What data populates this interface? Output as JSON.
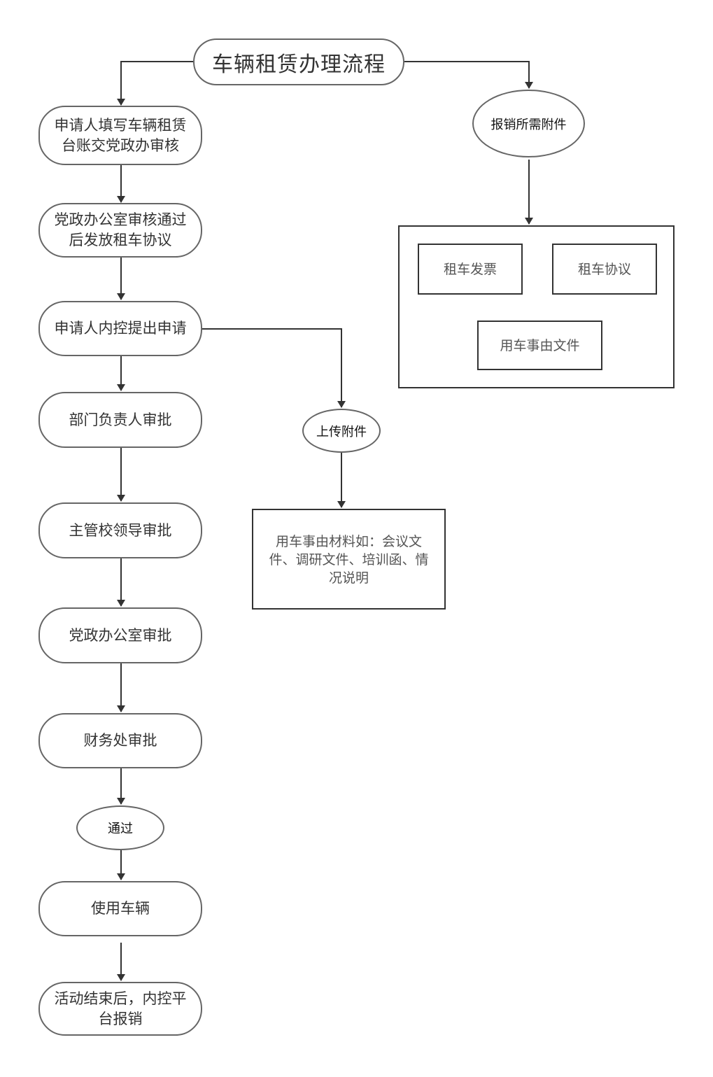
{
  "diagram": {
    "title": "车辆租赁办理流程",
    "main_flow": [
      {
        "id": "step1",
        "label": "申请人填写车辆租赁\n台账交党政办审核"
      },
      {
        "id": "step2",
        "label": "党政办公室审核通过\n后发放租车协议"
      },
      {
        "id": "step3",
        "label": "申请人内控提出申请"
      },
      {
        "id": "step4",
        "label": "部门负责人审批"
      },
      {
        "id": "step5",
        "label": "主管校领导审批"
      },
      {
        "id": "step6",
        "label": "党政办公室审批"
      },
      {
        "id": "step7",
        "label": "财务处审批"
      },
      {
        "id": "step8",
        "label": "通过"
      },
      {
        "id": "step9",
        "label": "使用车辆"
      },
      {
        "id": "step10",
        "label": "活动结束后，内控平\n台报销"
      }
    ],
    "upload_branch": {
      "node": "上传附件",
      "materials": "用车事由材料如：会议文\n件、调研文件、培训函、情\n况说明"
    },
    "reimbursement_branch": {
      "node": "报销所需附件",
      "attachments": [
        "租车发票",
        "租车协议",
        "用车事由文件"
      ]
    },
    "edges": [
      {
        "from": "title",
        "to": "step1"
      },
      {
        "from": "title",
        "to": "reimbursement"
      },
      {
        "from": "step1",
        "to": "step2"
      },
      {
        "from": "step2",
        "to": "step3"
      },
      {
        "from": "step3",
        "to": "step4"
      },
      {
        "from": "step3",
        "to": "upload"
      },
      {
        "from": "upload",
        "to": "materials"
      },
      {
        "from": "step4",
        "to": "step5"
      },
      {
        "from": "step5",
        "to": "step6"
      },
      {
        "from": "step6",
        "to": "step7"
      },
      {
        "from": "step7",
        "to": "step8"
      },
      {
        "from": "step8",
        "to": "step9"
      },
      {
        "from": "step9",
        "to": "step10"
      },
      {
        "from": "reimbursement",
        "to": "attachments"
      }
    ]
  },
  "colors": {
    "stroke": "#666666",
    "arrow": "#333333",
    "text": "#333333",
    "rect_text": "#555555"
  }
}
